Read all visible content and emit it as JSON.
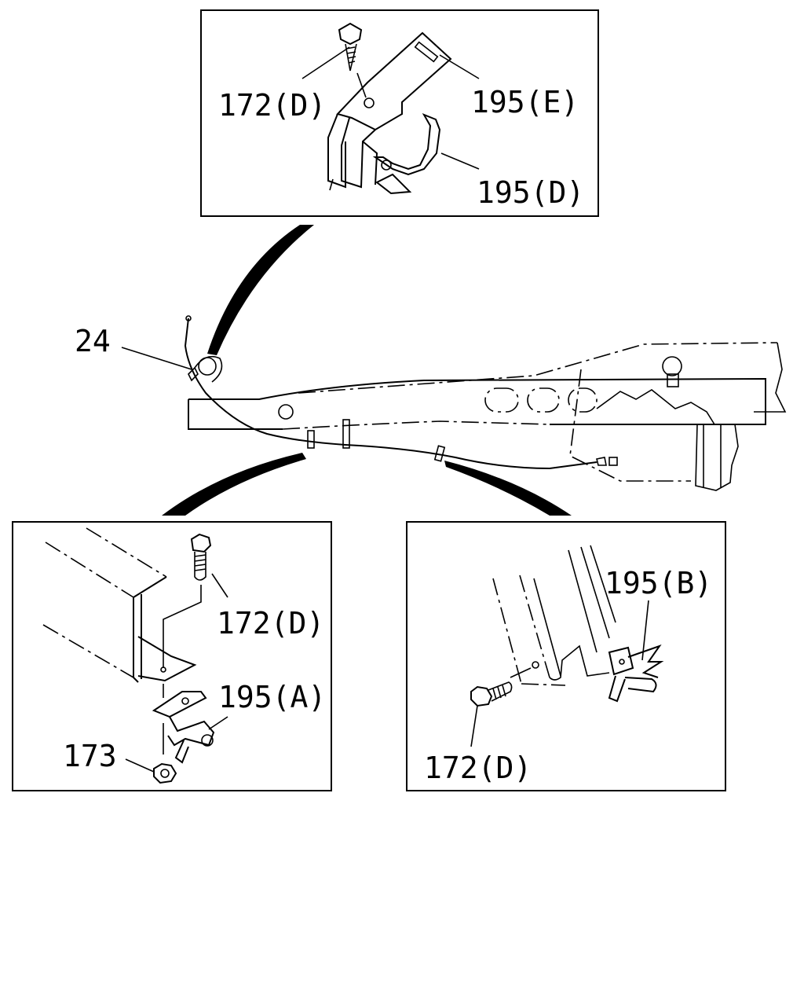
{
  "callouts": {
    "top": {
      "bolt": "172(D)",
      "bracket": "195(E)",
      "clamp": "195(D)"
    },
    "main": {
      "cable": "24"
    },
    "bottom_left": {
      "bolt": "172(D)",
      "clip": "195(A)",
      "nut": "173"
    },
    "bottom_right": {
      "clip": "195(B)",
      "bolt": "172(D)"
    }
  }
}
